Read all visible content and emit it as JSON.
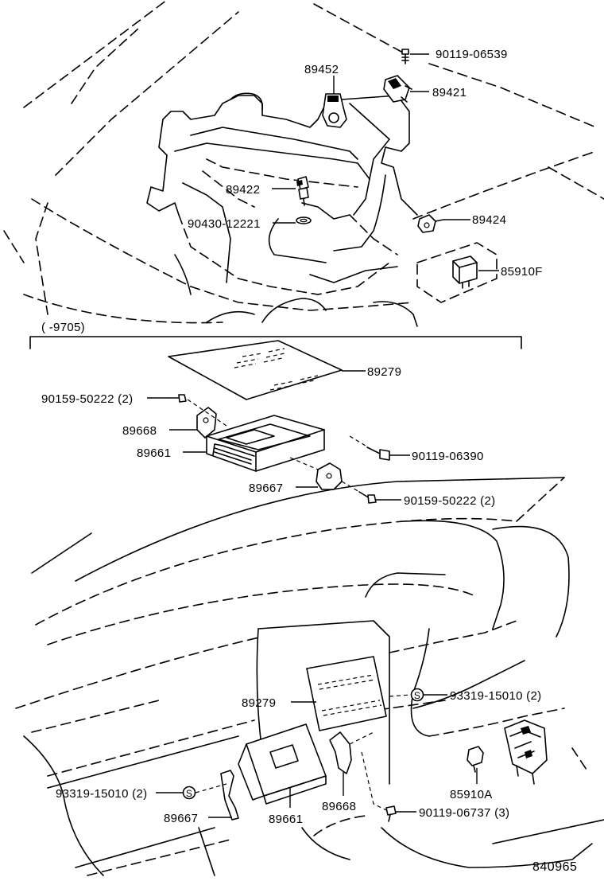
{
  "diagram": {
    "figure_number": "840965",
    "range_note": "(      -9705)",
    "engine_section": {
      "labels": [
        {
          "id": "bolt_top",
          "text": "90119-06539"
        },
        {
          "id": "sensor_452",
          "text": "89452"
        },
        {
          "id": "sensor_421",
          "text": "89421"
        },
        {
          "id": "sensor_422",
          "text": "89422"
        },
        {
          "id": "gasket",
          "text": "90430-12221"
        },
        {
          "id": "sensor_424",
          "text": "89424"
        },
        {
          "id": "relay_f",
          "text": "85910F"
        }
      ]
    },
    "ecu_section": {
      "labels": [
        {
          "id": "cover",
          "text": "89279"
        },
        {
          "id": "screw_left",
          "text": "90159-50222 (2)"
        },
        {
          "id": "bracket_668",
          "text": "89668"
        },
        {
          "id": "ecu_661",
          "text": "89661"
        },
        {
          "id": "bolt_390",
          "text": "90119-06390"
        },
        {
          "id": "bracket_667",
          "text": "89667"
        },
        {
          "id": "screw_right",
          "text": "90159-50222 (2)"
        }
      ]
    },
    "dash_section": {
      "labels": [
        {
          "id": "cover_2",
          "text": "89279"
        },
        {
          "id": "screw_s_right",
          "text": "93319-15010 (2)"
        },
        {
          "id": "screw_s_left",
          "text": "93319-15010 (2)"
        },
        {
          "id": "bracket_667_2",
          "text": "89667"
        },
        {
          "id": "ecu_661_2",
          "text": "89661"
        },
        {
          "id": "bracket_668_2",
          "text": "89668"
        },
        {
          "id": "relay_a",
          "text": "85910A"
        },
        {
          "id": "bolt_737",
          "text": "90119-06737 (3)"
        }
      ],
      "s_mark": "S"
    }
  }
}
